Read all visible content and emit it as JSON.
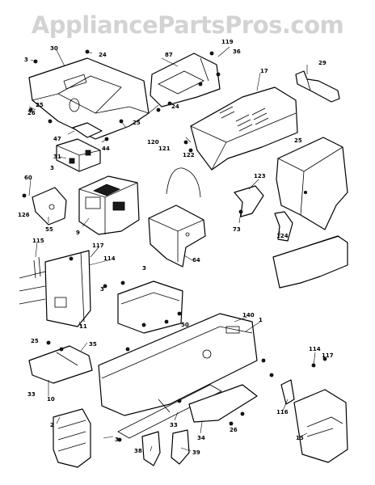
{
  "watermark": "AppliancePartsPros.com",
  "callouts": [
    {
      "id": "c3a",
      "label": "3"
    },
    {
      "id": "c30",
      "label": "30"
    },
    {
      "id": "c24a",
      "label": "24"
    },
    {
      "id": "c87",
      "label": "87"
    },
    {
      "id": "c119",
      "label": "119"
    },
    {
      "id": "c36",
      "label": "36"
    },
    {
      "id": "c29",
      "label": "29"
    },
    {
      "id": "c17",
      "label": "17"
    },
    {
      "id": "c24b",
      "label": "24"
    },
    {
      "id": "c25a",
      "label": "25"
    },
    {
      "id": "c26a",
      "label": "26"
    },
    {
      "id": "c25b",
      "label": "25"
    },
    {
      "id": "c44",
      "label": "44"
    },
    {
      "id": "c47",
      "label": "47"
    },
    {
      "id": "c31",
      "label": "31"
    },
    {
      "id": "c3b",
      "label": "3"
    },
    {
      "id": "c120",
      "label": "120"
    },
    {
      "id": "c121",
      "label": "121"
    },
    {
      "id": "c122",
      "label": "122"
    },
    {
      "id": "c25c",
      "label": "25"
    },
    {
      "id": "c60",
      "label": "60"
    },
    {
      "id": "c126",
      "label": "126"
    },
    {
      "id": "c55",
      "label": "55"
    },
    {
      "id": "c9",
      "label": "9"
    },
    {
      "id": "c123",
      "label": "123"
    },
    {
      "id": "c73",
      "label": "73"
    },
    {
      "id": "c124",
      "label": "124"
    },
    {
      "id": "c64",
      "label": "64"
    },
    {
      "id": "c115",
      "label": "115"
    },
    {
      "id": "c117a",
      "label": "117"
    },
    {
      "id": "c114a",
      "label": "114"
    },
    {
      "id": "c11",
      "label": "11"
    },
    {
      "id": "c3c",
      "label": "3"
    },
    {
      "id": "c3d",
      "label": "3"
    },
    {
      "id": "c140",
      "label": "140"
    },
    {
      "id": "c1",
      "label": "1"
    },
    {
      "id": "c25d",
      "label": "25"
    },
    {
      "id": "c35",
      "label": "35"
    },
    {
      "id": "c33a",
      "label": "33"
    },
    {
      "id": "c10",
      "label": "10"
    },
    {
      "id": "c2",
      "label": "2"
    },
    {
      "id": "c3e",
      "label": "3"
    },
    {
      "id": "c26b",
      "label": "26"
    },
    {
      "id": "c34",
      "label": "34"
    },
    {
      "id": "c33b",
      "label": "33"
    },
    {
      "id": "c38",
      "label": "38"
    },
    {
      "id": "c39",
      "label": "39"
    },
    {
      "id": "c116",
      "label": "116"
    },
    {
      "id": "c114b",
      "label": "114"
    },
    {
      "id": "c117b",
      "label": "117"
    },
    {
      "id": "c15",
      "label": "15"
    },
    {
      "id": "c50",
      "label": "50"
    }
  ]
}
